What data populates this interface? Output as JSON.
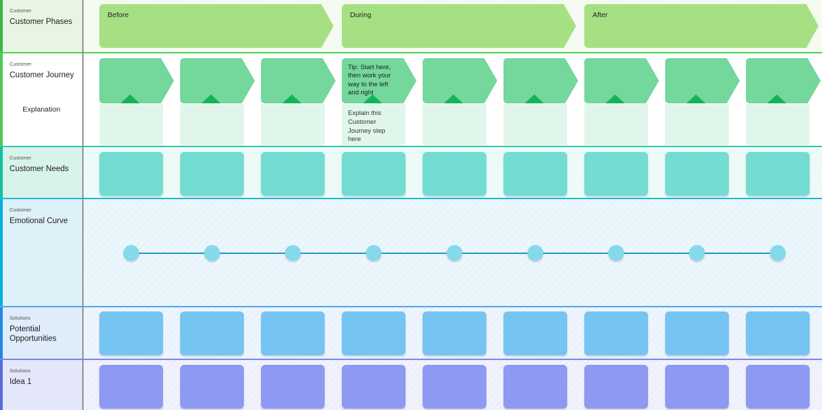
{
  "canvas": {
    "columns": 9,
    "tool": "customer-journey-map"
  },
  "lanes": [
    {
      "category": "Customer",
      "label": "Customer Phases"
    },
    {
      "category": "Customer",
      "label": "Customer Journey",
      "sublabel": "Explanation"
    },
    {
      "category": "Customer",
      "label": "Customer Needs"
    },
    {
      "category": "Customer",
      "label": "Emotional Curve"
    },
    {
      "category": "Solutions",
      "label": "Potential Opportunities"
    },
    {
      "category": "Solutions",
      "label": "Idea 1"
    }
  ],
  "phases": {
    "items": [
      {
        "label": "Before"
      },
      {
        "label": "During"
      },
      {
        "label": "After"
      }
    ]
  },
  "journey": {
    "steps": 9,
    "tip": "Tip: Start here, then work your way to the left and right",
    "tip_step_index": 3,
    "explanation_placeholder": "Explain this Customer Journey step here"
  },
  "emotional_curve": {
    "points": 9,
    "level": "neutral"
  },
  "colors": {
    "phase_arrow": "#a7e083",
    "journey_arrow": "#74d79c",
    "journey_marker": "#12b456",
    "journey_cell_bg": "#e1f6ea",
    "needs_card": "#74ddd1",
    "opportunity_card": "#76c4f1",
    "idea_card": "#8e99f2",
    "curve_dot": "#84d9ea",
    "curve_line": "#2297bd",
    "accent_green": "#3ab449",
    "accent_teal": "#13c0a0",
    "accent_cyan": "#06b0da",
    "accent_blue": "#1e88e5",
    "accent_indigo": "#5a6ad9",
    "splitter": "#8e9196"
  }
}
